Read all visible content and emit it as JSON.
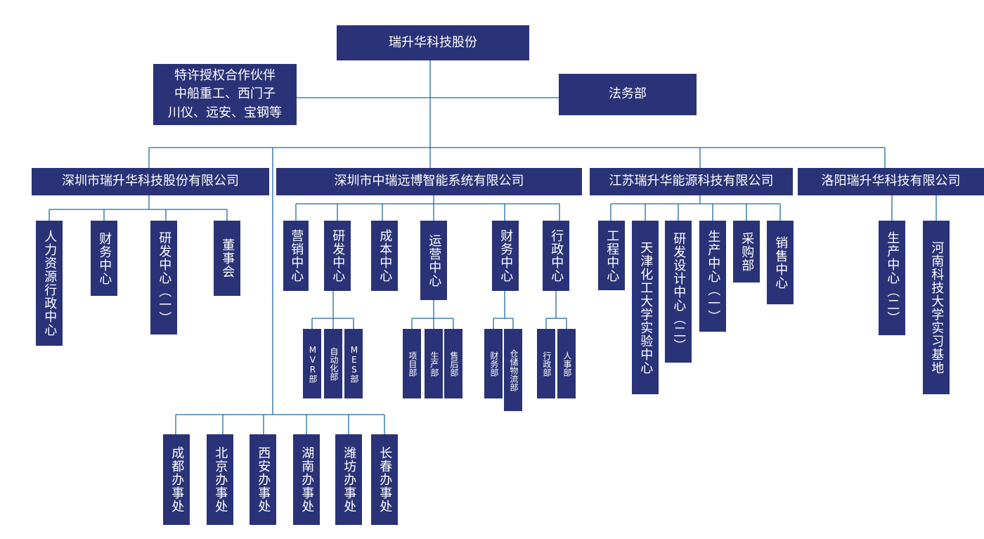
{
  "root": "瑞升华科技股份",
  "partner": "特许授权合作伙伴\n中船重工、西门子\n川仪、远安、宝钢等",
  "legal": "法务部",
  "companies": [
    {
      "name": "深圳市瑞升华科技股份有限公司",
      "depts": [
        "人力资源行政中心",
        "财务中心",
        "研发中心（一）",
        "董事会"
      ]
    },
    {
      "name": "深圳市中瑞远博智能系统有限公司",
      "depts": [
        "营销中心",
        "研发中心",
        "成本中心",
        "运营中心",
        "财务中心",
        "行政中心"
      ],
      "subs": {
        "rd": [
          "MVR部",
          "自动化部",
          "MES部"
        ],
        "ops": [
          "项目部",
          "生产部",
          "售后部"
        ],
        "fin": [
          "财务部",
          "仓储物流部"
        ],
        "admin": [
          "行政部",
          "人事部"
        ]
      }
    },
    {
      "name": "江苏瑞升华能源科技有限公司",
      "depts": [
        "工程中心",
        "天津化工大学实验中心",
        "研发设计中心（二）",
        "生产中心（一）",
        "采购部",
        "销售中心"
      ]
    },
    {
      "name": "洛阳瑞升华科技有限公司",
      "depts": [
        "生产中心（二）",
        "河南科技大学实习基地"
      ]
    }
  ],
  "offices": [
    "成都办事处",
    "北京办事处",
    "西安办事处",
    "湖南办事处",
    "潍坊办事处",
    "长春办事处"
  ]
}
